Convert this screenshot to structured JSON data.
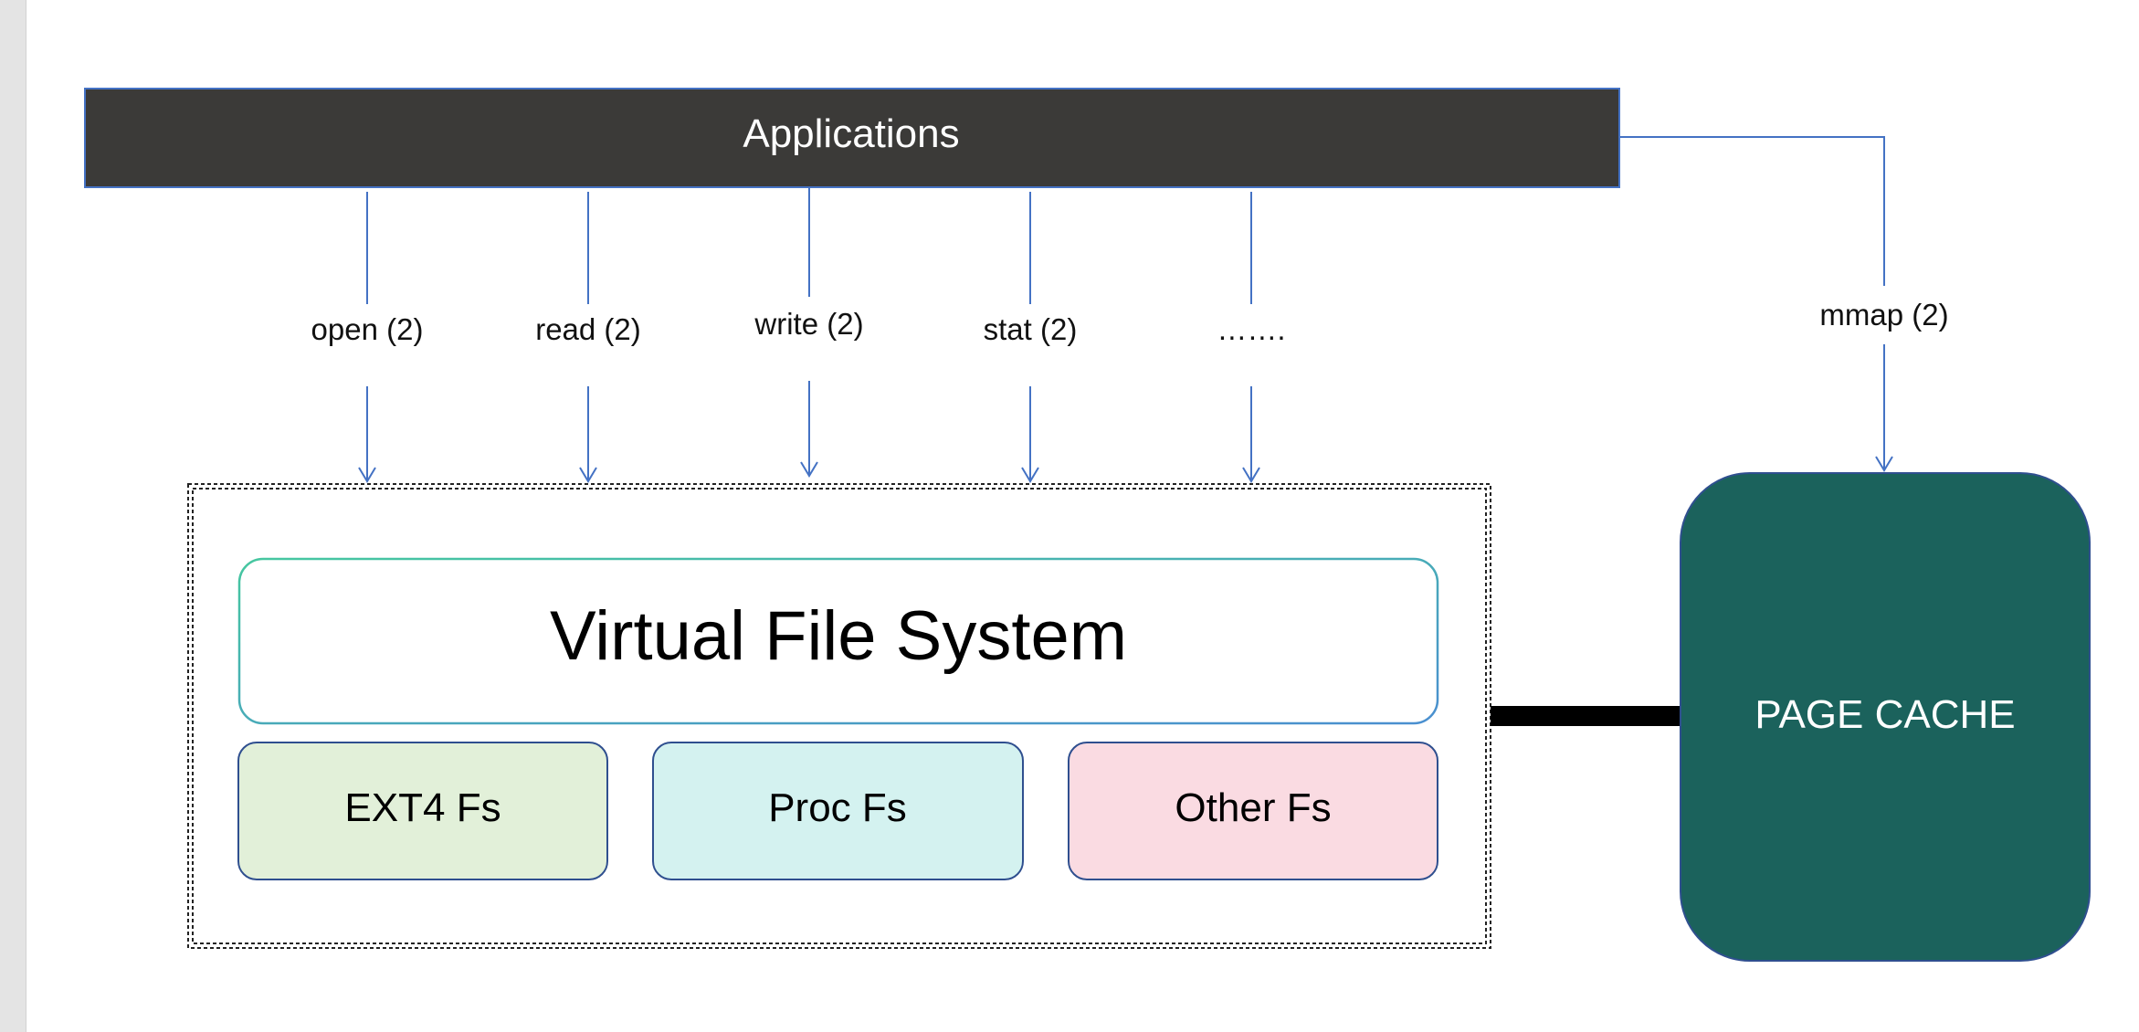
{
  "applications": {
    "label": "Applications"
  },
  "syscalls": [
    {
      "label": "open (2)"
    },
    {
      "label": "read (2)"
    },
    {
      "label": "write (2)"
    },
    {
      "label": "stat (2)"
    },
    {
      "label": "……."
    }
  ],
  "mmap": {
    "label": "mmap (2)"
  },
  "vfs": {
    "label": "Virtual File System"
  },
  "filesystems": [
    {
      "label": "EXT4 Fs",
      "fill": "#e2f0d9"
    },
    {
      "label": "Proc Fs",
      "fill": "#d4f2f0"
    },
    {
      "label": "Other Fs",
      "fill": "#fadbe2"
    }
  ],
  "page_cache": {
    "label": "PAGE CACHE"
  },
  "colors": {
    "applications_bg": "#3b3a38",
    "page_cache_bg": "#1b625c",
    "arrow": "#4472c4",
    "vfs_border": "#3dbfa0",
    "fs_border": "#2f4f8f"
  }
}
